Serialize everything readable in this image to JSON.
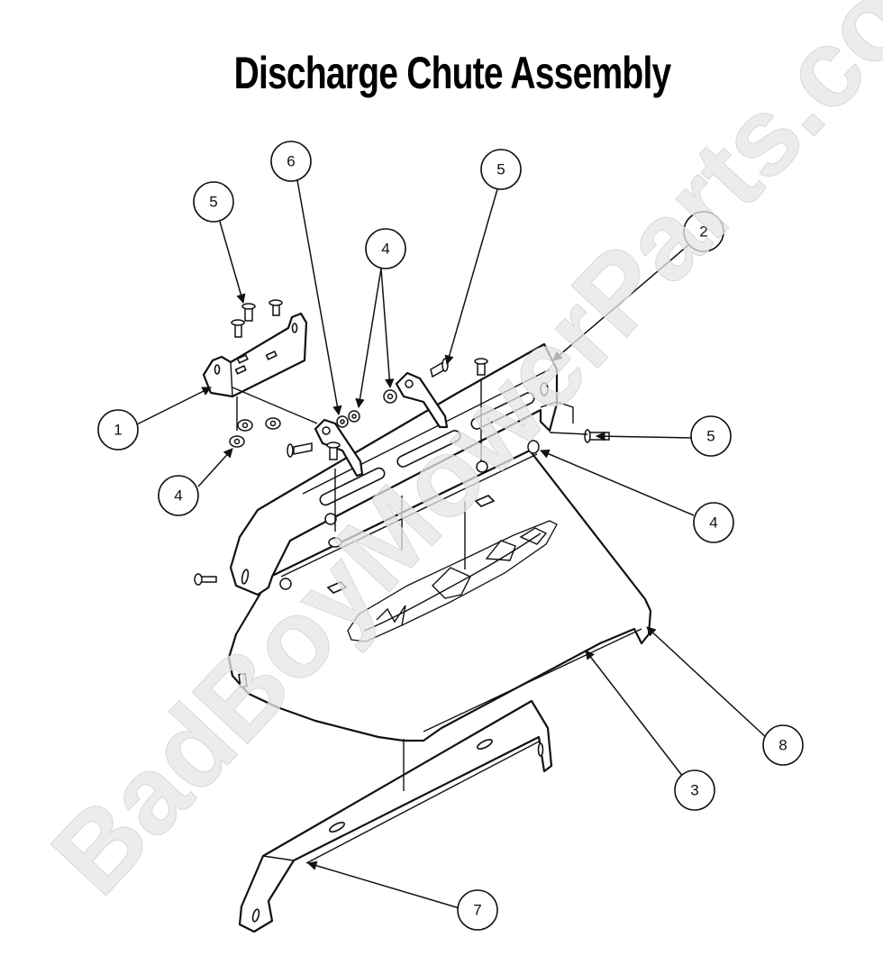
{
  "title": "Discharge Chute Assembly",
  "watermark": "BadBoyMowerParts.com",
  "callouts": [
    {
      "id": "callout-1",
      "label": "1"
    },
    {
      "id": "callout-2",
      "label": "2"
    },
    {
      "id": "callout-3",
      "label": "3"
    },
    {
      "id": "callout-4-upper",
      "label": "4"
    },
    {
      "id": "callout-4-left",
      "label": "4"
    },
    {
      "id": "callout-4-right",
      "label": "4"
    },
    {
      "id": "callout-5-left",
      "label": "5"
    },
    {
      "id": "callout-5-top",
      "label": "5"
    },
    {
      "id": "callout-5-right",
      "label": "5"
    },
    {
      "id": "callout-6",
      "label": "6"
    },
    {
      "id": "callout-7",
      "label": "7"
    },
    {
      "id": "callout-8",
      "label": "8"
    }
  ]
}
